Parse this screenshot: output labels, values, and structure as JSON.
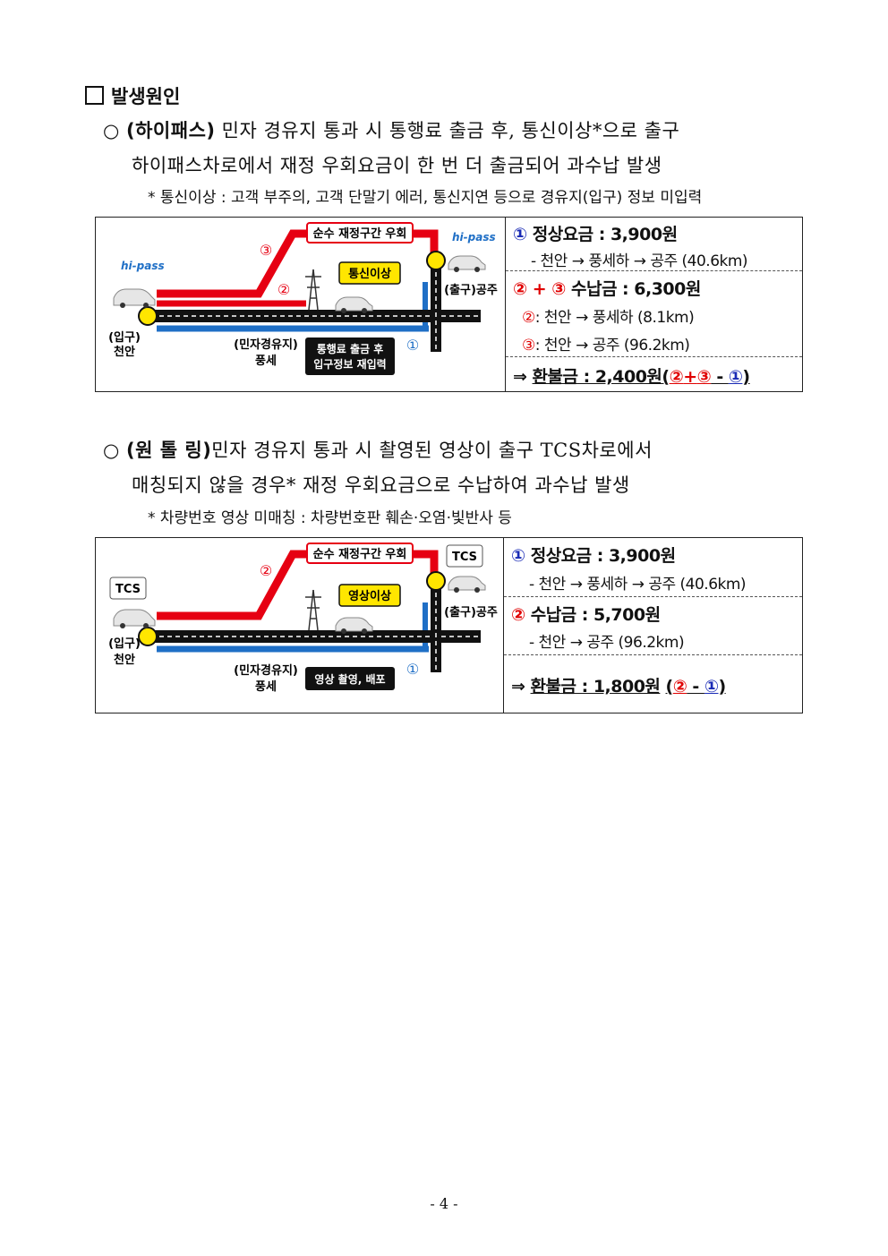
{
  "heading": "발생원인",
  "section1": {
    "tag": "(하이패스)",
    "line1": " 민자 경유지 통과 시 통행료 출금 후, 통신이상*으로 출구",
    "line2": "하이패스차로에서 재정 우회요금이 한 번 더 출금되어 과수납 발생",
    "note": "* 통신이상 : 고객 부주의, 고객 단말기 에러, 통신지연 등으로 경유지(입구) 정보 미입력",
    "diagram": {
      "top_route": "순수 재정구간 우회",
      "entry_logo": "hi-pass",
      "exit_logo": "hi-pass",
      "event": "통신이상",
      "exit_label": "(출구)공주",
      "entry_label1": "(입구)",
      "entry_label2": "천안",
      "via_label1": "(민자경유지)",
      "via_label2": "풍세",
      "via_box1": "통행료 출금 후",
      "via_box2": "입구정보 재입력",
      "mark1": "①",
      "mark2": "②",
      "mark3": "③"
    },
    "fare": {
      "r1_mark": "①",
      "r1_title": "정상요금 : 3,900원",
      "r1_route": "- 천안 → 풍세하 → 공주 (40.6km)",
      "r2_m1": "②",
      "r2_plus": "+",
      "r2_m2": "③",
      "r2_title": "수납금 : 6,300원",
      "r2_a_mark": "②",
      "r2_a_route": ": 천안 → 풍세하 (8.1km)",
      "r2_b_mark": "③",
      "r2_b_route": ": 천안 → 공주 (96.2km)",
      "r3_arrow": "⇒",
      "r3_title": "환불금 : 2,400원",
      "r3_open": "(",
      "r3_m1": "②",
      "r3_plus": "+",
      "r3_m2": "③",
      "r3_minus": " - ",
      "r3_m3": "①",
      "r3_close": ")"
    }
  },
  "section2": {
    "tag": "(원 톨 링)",
    "line1": "민자 경유지 통과 시 촬영된 영상이 출구 TCS차로에서",
    "line2": "매칭되지 않을 경우* 재정 우회요금으로 수납하여 과수납 발생",
    "note": "* 차량번호 영상 미매칭 : 차량번호판 훼손·오염·빛반사 등",
    "diagram": {
      "top_route": "순수 재정구간 우회",
      "entry_logo": "TCS",
      "exit_logo": "TCS",
      "event": "영상이상",
      "exit_label": "(출구)공주",
      "entry_label1": "(입구)",
      "entry_label2": "천안",
      "via_label1": "(민자경유지)",
      "via_label2": "풍세",
      "via_box1": "영상 촬영, 배포",
      "mark1": "①",
      "mark2": "②"
    },
    "fare": {
      "r1_mark": "①",
      "r1_title": "정상요금 : 3,900원",
      "r1_route": "- 천안 → 풍세하 → 공주 (40.6km)",
      "r2_mark": "②",
      "r2_title": "수납금 : 5,700원",
      "r2_route": "- 천안 → 공주 (96.2km)",
      "r3_arrow": "⇒",
      "r3_title": "환불금 : 1,800원",
      "r3_open": "(",
      "r3_m1": "②",
      "r3_minus": " - ",
      "r3_m3": "①",
      "r3_close": ")"
    }
  },
  "page_number": "- 4 -",
  "colors": {
    "red_route": "#e60012",
    "blue_route": "#1f6fc6",
    "road": "#111111",
    "yellow": "#ffe600"
  }
}
